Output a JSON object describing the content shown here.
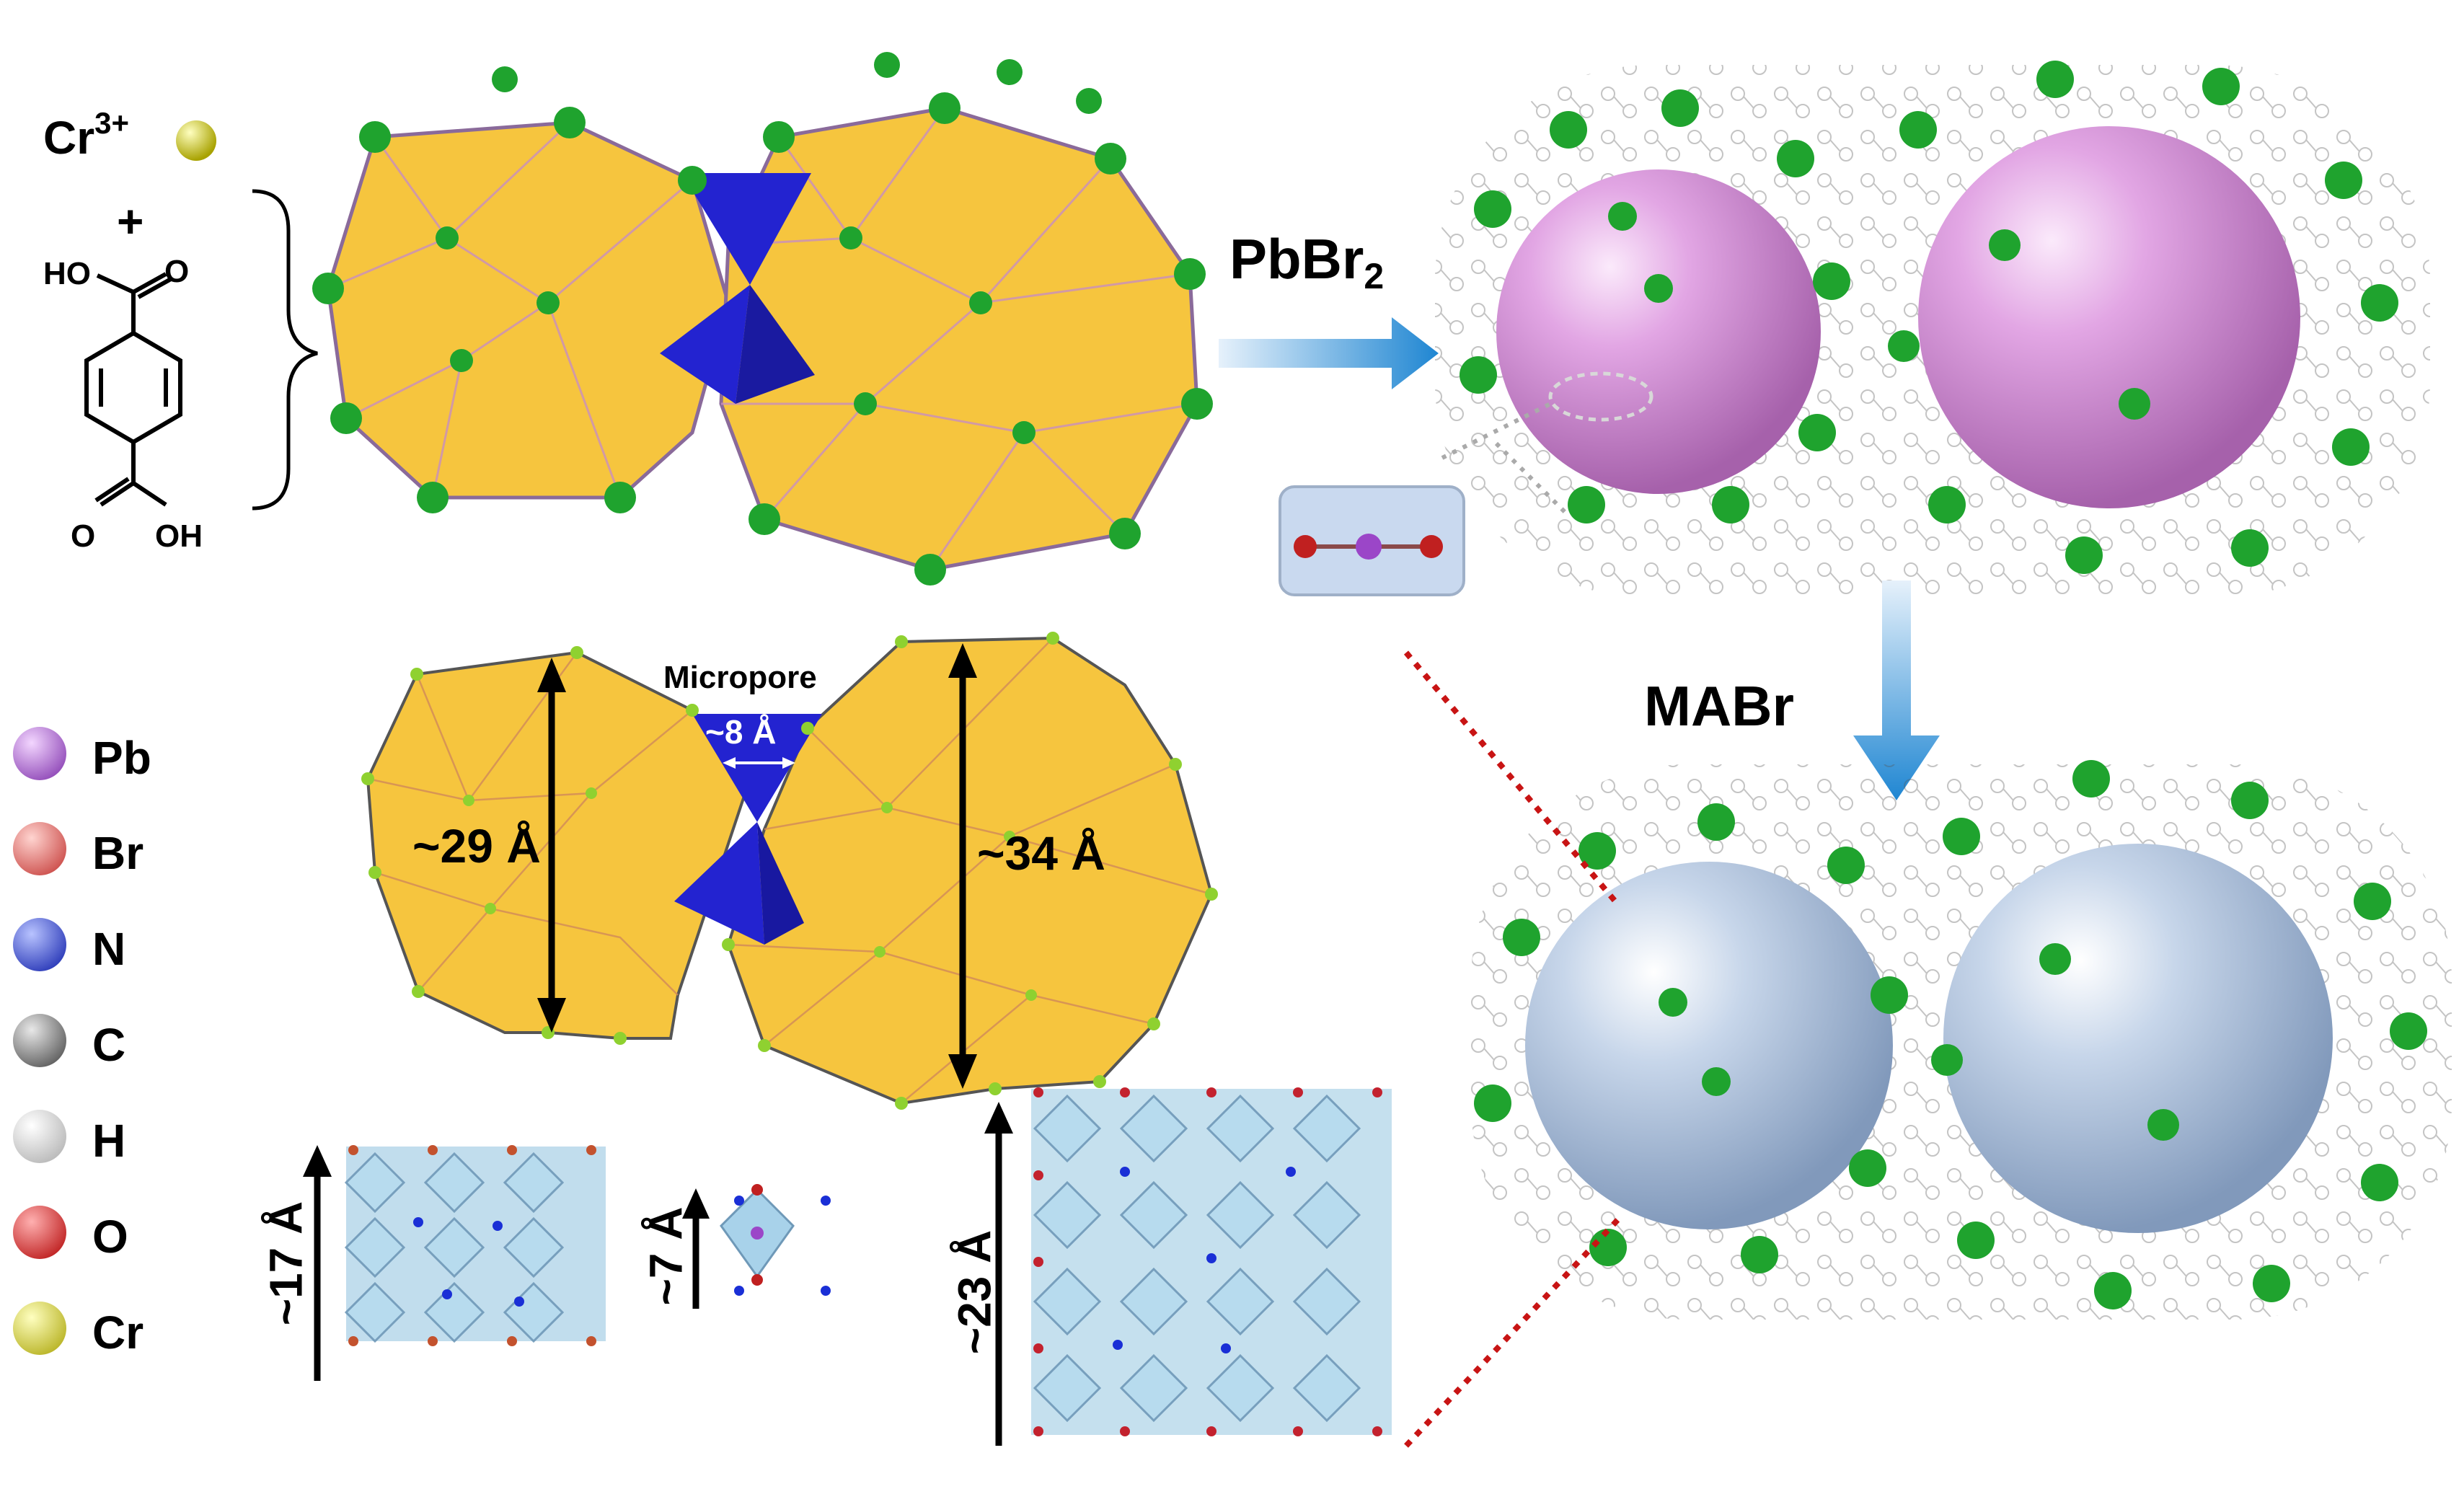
{
  "reactants": {
    "metal": "Cr",
    "metal_charge": "3+",
    "plus": "+",
    "linker_top_group": "HO",
    "linker_top_o": "O",
    "linker_bottom_o": "O",
    "linker_bottom_group": "OH"
  },
  "steps": [
    {
      "reagent_base": "PbBr",
      "reagent_sub": "2"
    },
    {
      "reagent_base": "MABr",
      "reagent_sub": ""
    }
  ],
  "cage_detail": {
    "micropore_label": "Micropore",
    "micropore_size": "~8 Å",
    "small_cage_diameter": "~29 Å",
    "large_cage_diameter": "~34 Å",
    "perovskite_heights": [
      "~17 Å",
      "~7 Å",
      "~23 Å"
    ]
  },
  "legend": [
    {
      "label": "Pb",
      "color": "#9b46c8"
    },
    {
      "label": "Br",
      "color": "#e3504f"
    },
    {
      "label": "N",
      "color": "#1a2fd6"
    },
    {
      "label": "C",
      "color": "#6a6a6a"
    },
    {
      "label": "H",
      "color": "#e6e6e6"
    },
    {
      "label": "O",
      "color": "#e01010"
    },
    {
      "label": "Cr",
      "color": "#d8d400"
    }
  ],
  "colors": {
    "cage_yellow": "#f6c53e",
    "micropore_blue": "#2323d0",
    "node_green": "#1fa32e",
    "arrow_blue": "#2e8fd6",
    "pore_pink": "#d48ad8",
    "pore_lightblue": "#b6c8e2",
    "connector_red": "#c81414"
  }
}
